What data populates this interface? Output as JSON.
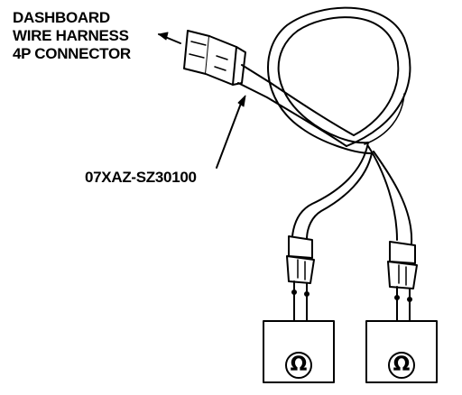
{
  "callout": {
    "line1": "DASHBOARD",
    "line2": "WIRE HARNESS",
    "line3": "4P CONNECTOR"
  },
  "part_number": "07XAZ-SZ30100",
  "meters": [
    {
      "symbol": "Ω"
    },
    {
      "symbol": "Ω"
    }
  ],
  "icons": {
    "connector": "4p-connector-icon",
    "meter": "ohmmeter-icon",
    "probe": "test-probe-icon"
  },
  "colors": {
    "ink": "#000000",
    "background": "#ffffff"
  }
}
